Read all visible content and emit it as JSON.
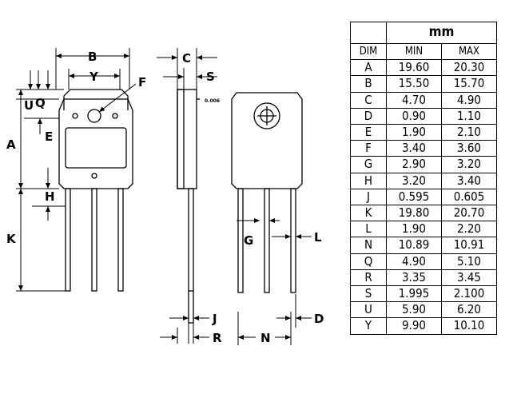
{
  "diagram": {
    "labels": {
      "B": "B",
      "Y": "Y",
      "F": "F",
      "C": "C",
      "S": "S",
      "U": "U",
      "Q": "Q",
      "E": "E",
      "A": "A",
      "H": "H",
      "K": "K",
      "G": "G",
      "L": "L",
      "J": "J",
      "R": "R",
      "N": "N",
      "D": "D",
      "tiny_note": "0.006"
    }
  },
  "table": {
    "unit": "mm",
    "headers": {
      "dim": "DIM",
      "min": "MIN",
      "max": "MAX"
    },
    "rows": [
      {
        "dim": "A",
        "min": "19.60",
        "max": "20.30"
      },
      {
        "dim": "B",
        "min": "15.50",
        "max": "15.70"
      },
      {
        "dim": "C",
        "min": "4.70",
        "max": "4.90"
      },
      {
        "dim": "D",
        "min": "0.90",
        "max": "1.10"
      },
      {
        "dim": "E",
        "min": "1.90",
        "max": "2.10"
      },
      {
        "dim": "F",
        "min": "3.40",
        "max": "3.60"
      },
      {
        "dim": "G",
        "min": "2.90",
        "max": "3.20"
      },
      {
        "dim": "H",
        "min": "3.20",
        "max": "3.40"
      },
      {
        "dim": "J",
        "min": "0.595",
        "max": "0.605"
      },
      {
        "dim": "K",
        "min": "19.80",
        "max": "20.70"
      },
      {
        "dim": "L",
        "min": "1.90",
        "max": "2.20"
      },
      {
        "dim": "N",
        "min": "10.89",
        "max": "10.91"
      },
      {
        "dim": "Q",
        "min": "4.90",
        "max": "5.10"
      },
      {
        "dim": "R",
        "min": "3.35",
        "max": "3.45"
      },
      {
        "dim": "S",
        "min": "1.995",
        "max": "2.100"
      },
      {
        "dim": "U",
        "min": "5.90",
        "max": "6.20"
      },
      {
        "dim": "Y",
        "min": "9.90",
        "max": "10.10"
      }
    ]
  }
}
